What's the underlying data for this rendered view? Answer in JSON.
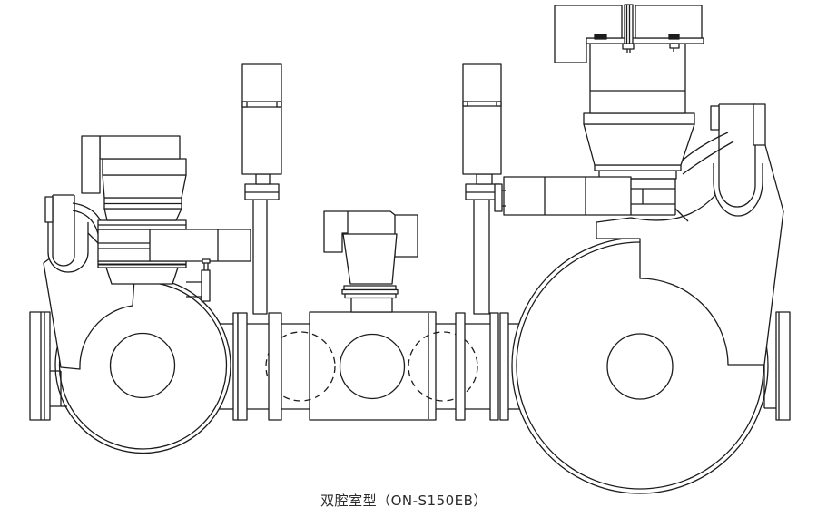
{
  "caption": {
    "text": "双腔室型（ON-S150EB）"
  },
  "drawing": {
    "type": "technical-line-drawing",
    "line_color": "#1c1c1c",
    "background_color": "#ffffff",
    "components": [
      "left-chamber-valve-body",
      "right-chamber-valve-body",
      "left-actuator",
      "right-actuator",
      "left-lever-clevis",
      "right-lever-clevis",
      "center-pipe-body",
      "center-instrument",
      "left-limit-switch-stem",
      "right-limit-switch-stem",
      "inlet-flange",
      "outlet-flange",
      "hidden-port-circles"
    ]
  }
}
